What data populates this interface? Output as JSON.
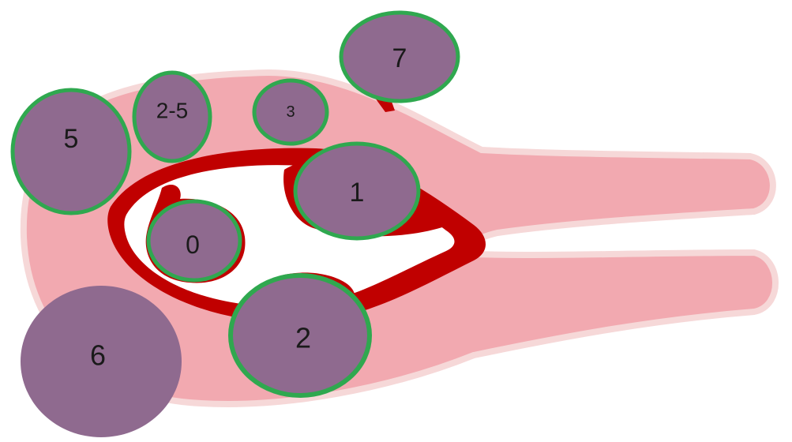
{
  "diagram": {
    "labels": {
      "stage_0": "0",
      "stage_1": "1",
      "stage_2": "2",
      "stage_2_5": "2-5",
      "stage_3": "3",
      "stage_5": "5",
      "stage_6": "6",
      "stage_7": "7"
    },
    "colors": {
      "tissue_fill": "#f2a9b0",
      "tissue_outline": "#f6d8d8",
      "lumen_fill": "#ffffff",
      "tumor_invasion": "#c00000",
      "tumor_fill": "#8f6a8f",
      "tumor_outline": "#2fa84f"
    }
  }
}
